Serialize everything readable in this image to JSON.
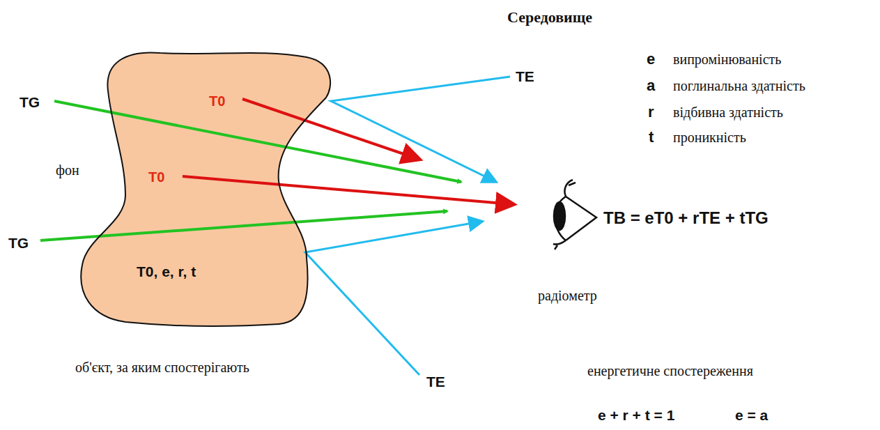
{
  "diagram": {
    "title": "Середовище",
    "nodes": [
      {
        "text": [
          "T0",
          "T0",
          "T0, e, r, t"
        ]
      }
    ],
    "labels": [
      "e",
      "випромінюваність",
      "a",
      "поглинальна здатність",
      "r",
      "відбивна здатність",
      "t",
      "проникність",
      "TE",
      "TG",
      "фон",
      "TG",
      "TB = eT0 + rTE + tTG",
      "радіометр",
      "об'єкт, за яким спостерігають",
      "енергетичне спостереження",
      "TE",
      "e + r + t = 1",
      "e = a"
    ]
  }
}
